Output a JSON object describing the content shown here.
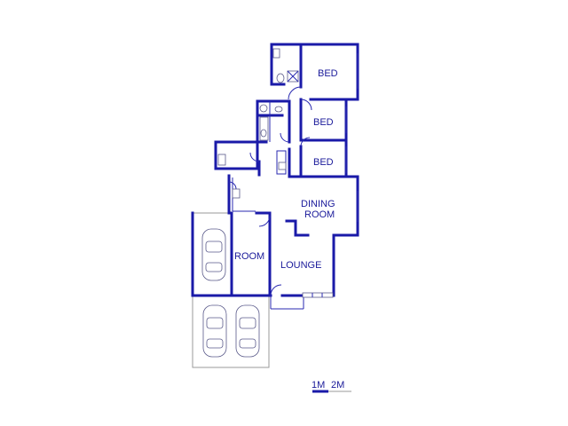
{
  "rooms": {
    "bed_1": "BED",
    "bed_2": "BED",
    "bed_3": "BED",
    "dining": "DINING",
    "dining_2": "ROOM",
    "room": "ROOM",
    "lounge": "LOUNGE"
  },
  "scale": {
    "label_1": "1M",
    "label_2": "2M"
  },
  "colors": {
    "wall": "#1a1aa8",
    "outline": "#9a9a9a"
  }
}
